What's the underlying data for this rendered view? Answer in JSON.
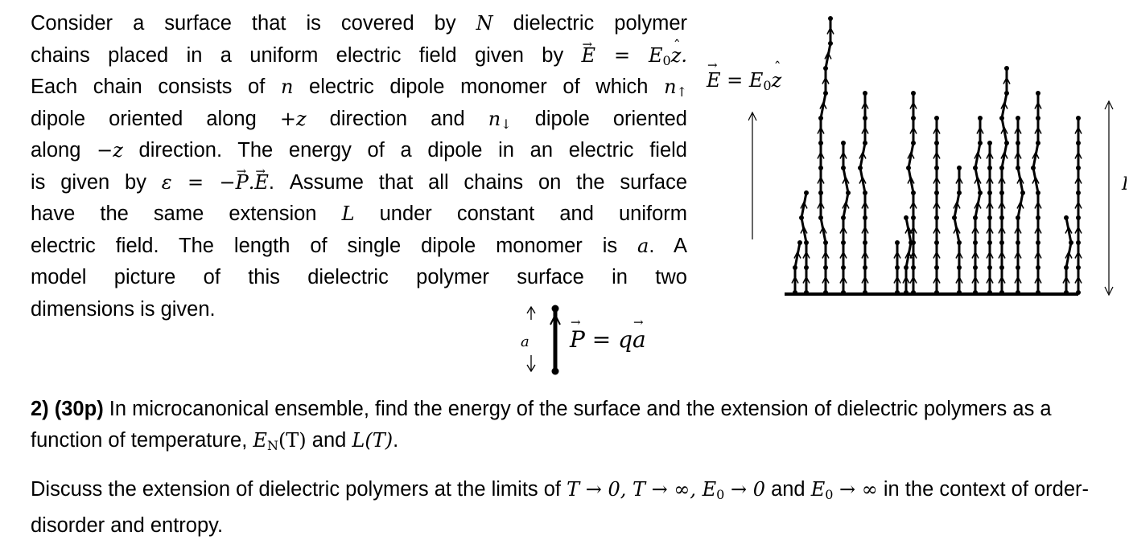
{
  "intro": {
    "l1a": "Consider a surface that is covered by ",
    "N": "N",
    "l1b": " dielectric polymer",
    "l2a": "chains placed in a uniform electric field given by ",
    "l2eq": "E = E",
    "l3a": "Each chain consists of ",
    "n": "n",
    "l3b": " electric dipole monomer of which ",
    "nup": "n",
    "l4a": "dipole oriented along ",
    "l4plusz": "+z",
    "l4b": " direction and ",
    "ndown": "n",
    "l4c": " dipole oriented",
    "l5a": "along ",
    "l5minusz": "−z",
    "l5b": " direction. The energy of a dipole in an electric field",
    "l6a": "is given by ",
    "l6eq": "ε = −P.E",
    "l6b": ". Assume that all chains on the surface",
    "l7a": "have the same extension ",
    "L": "L",
    "l7b": " under constant and uniform",
    "l8a": "electric field. The length of single dipole monomer is ",
    "a": "a",
    "l8b": ". A",
    "l9": "model picture of this dielectric polymer surface in two",
    "l10": "dimensions is given."
  },
  "figure": {
    "efield": "E = E",
    "efield_sub": "0",
    "extension_label": "L",
    "dipole_a": "a",
    "dipole_eq": "P = qa"
  },
  "question": {
    "label": "2) (30p)",
    "text1": " In microcanonical ensemble, find the energy of the surface and the extension of dielectric polymers as a function of temperature, ",
    "EN": "E",
    "EN_sub": "N",
    "ENT": "(T)",
    "and": " and ",
    "LT": "L(T)",
    "end": ".",
    "d1": "Discuss the extension of dielectric polymers at the limits of ",
    "lim1": "T → 0, T → ∞, E",
    "lim_sub1": "0",
    "lim2": " → 0",
    "d2": " and ",
    "lim3": "E",
    "lim_sub3": "0",
    "lim4": " → ∞",
    "d3": " in the context of order-disorder and entropy."
  }
}
